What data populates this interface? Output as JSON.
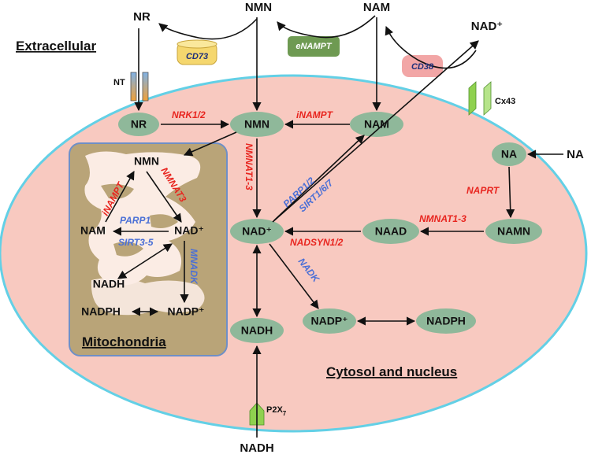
{
  "colors": {
    "cell_fill": "#f8c9c0",
    "membrane": "#63d0e6",
    "mito_fill": "#b9a478",
    "mito_inner": "#fbece4",
    "node_fill": "#8fb89a",
    "red_label": "#e8251f",
    "blue_label": "#4a6fd6",
    "cd73_fill": "#f5d76e",
    "enampt_fill": "#6e9a52",
    "cd38_fill": "#f2a6a6",
    "channel_fill": "#8fd14f"
  },
  "regions": {
    "extracellular": "Extracellular",
    "mitochondria": "Mitochondria",
    "cytosol": "Cytosol and nucleus"
  },
  "extracellular_nodes": {
    "nr": "NR",
    "nmn": "NMN",
    "nam": "NAM",
    "nad": "NAD⁺",
    "na": "NA",
    "nadh": "NADH"
  },
  "membrane_enzymes": {
    "cd73": "CD73",
    "enampt": "eNAMPT",
    "cd38": "CD38"
  },
  "transporters": {
    "nt": "NT",
    "cx43": "Cx43",
    "p2x7": "P2X",
    "p2x7_sub": "7"
  },
  "cytosol_nodes": {
    "nr": "NR",
    "nmn": "NMN",
    "nam": "NAM",
    "nad": "NAD⁺",
    "na": "NA",
    "naad": "NAAD",
    "namn": "NAMN",
    "nadh": "NADH",
    "nadp": "NADP⁺",
    "nadph": "NADPH"
  },
  "cytosol_enzymes": {
    "nrk": "NRK1/2",
    "inampt": "iNAMPT",
    "nmnat": "NMNAT1-3",
    "parp": "PARP1/2",
    "sirt": "SIRT1/6/7",
    "naprt": "NAPRT",
    "nmnat_naad": "NMNAT1-3",
    "nadsyn": "NADSYN1/2",
    "nadk": "NADK"
  },
  "mito_nodes": {
    "nmn": "NMN",
    "nam": "NAM",
    "nad": "NAD⁺",
    "nadh": "NADH",
    "nadph": "NADPH",
    "nadp": "NADP⁺"
  },
  "mito_enzymes": {
    "inampt": "iNAMPT",
    "nmnat3": "NMNAT3",
    "parp1": "PARP1",
    "sirt": "SIRT3-5",
    "mnadk": "MNADK"
  }
}
